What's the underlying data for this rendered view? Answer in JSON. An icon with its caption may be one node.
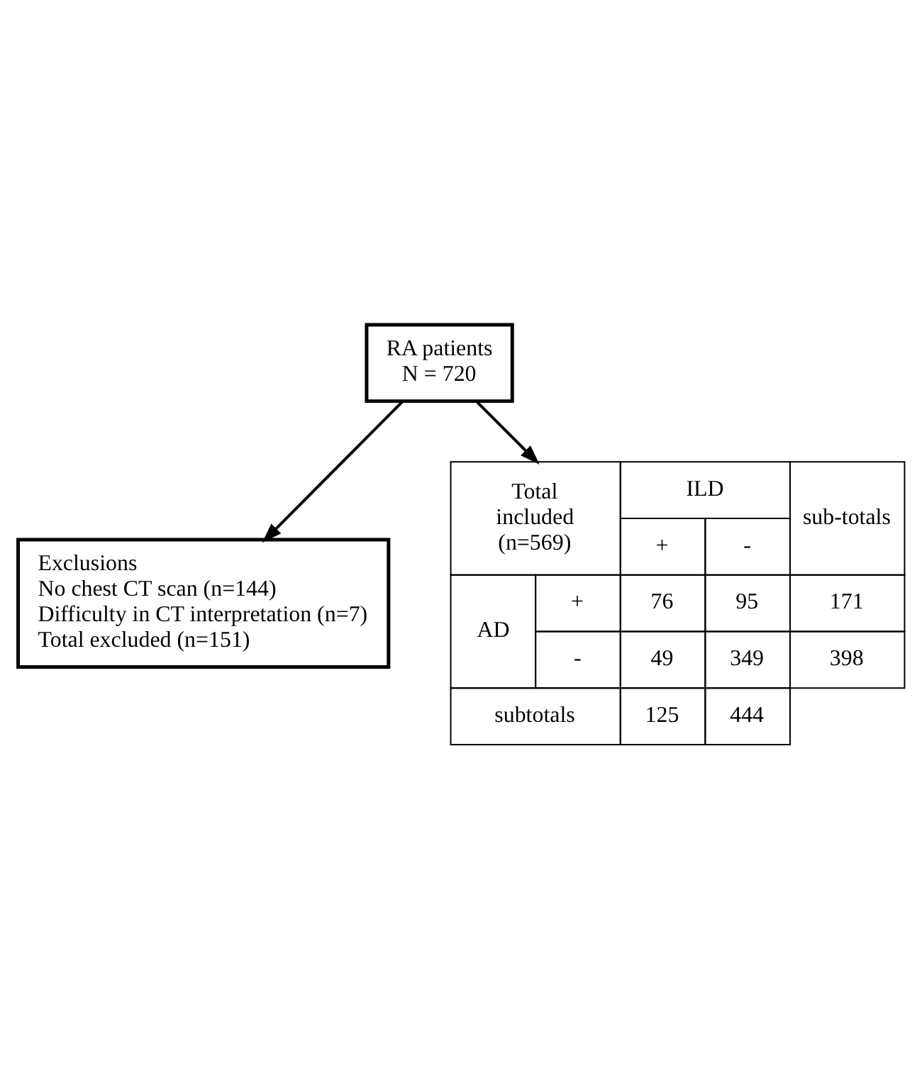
{
  "diagram": {
    "nodes": [
      {
        "text": [
          "RA patients N = 720"
        ]
      },
      {
        "text": [
          "Exclusions",
          "No chest CT scan (n=144)",
          "Difficulty in CT interpretation (n=7)",
          "Total excluded (n=151)"
        ]
      },
      {
        "text": [
          "Total included (n=569)",
          "ILD",
          "sub-totals",
          "+",
          "-",
          "AD",
          "+",
          "76",
          "95",
          "171",
          "-",
          "49",
          "349",
          "398",
          "subtotals",
          "125",
          "444"
        ]
      }
    ],
    "edges": [
      {
        "from": 0,
        "to": 1,
        "arrow": "to"
      },
      {
        "from": 0,
        "to": 2,
        "arrow": "to"
      }
    ]
  }
}
